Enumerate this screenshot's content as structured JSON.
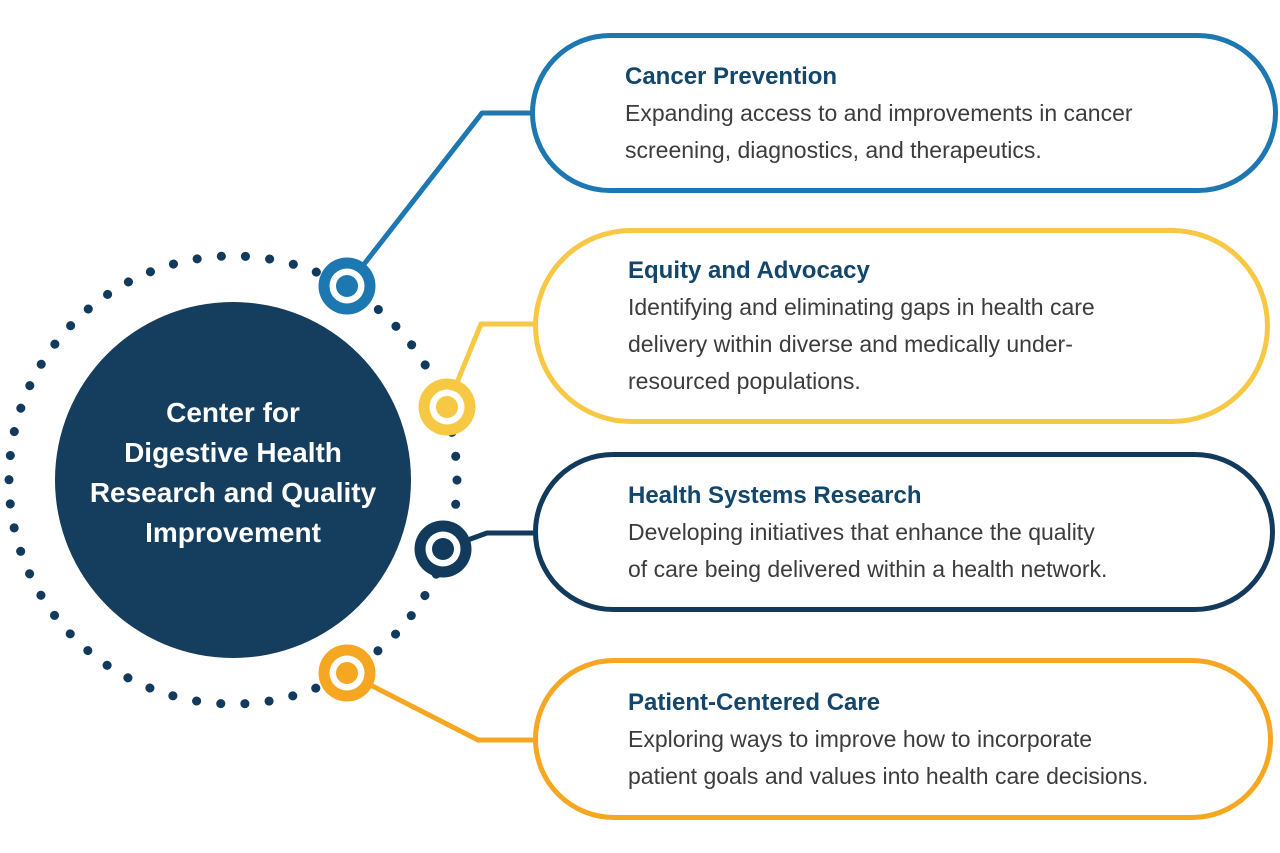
{
  "center": {
    "label": "Center for\nDigestive Health\nResearch and Quality\nImprovement"
  },
  "bubbles": [
    {
      "id": "cancer-prevention",
      "title": "Cancer Prevention",
      "body": "Expanding access to and improvements in cancer\nscreening, diagnostics, and therapeutics.",
      "accent_color": "#1d77b0"
    },
    {
      "id": "equity-advocacy",
      "title": "Equity and Advocacy",
      "body": "Identifying and eliminating gaps in health care\ndelivery within diverse and medically under-\nresourced populations.",
      "accent_color": "#f7c844"
    },
    {
      "id": "health-systems-research",
      "title": "Health Systems Research",
      "body": "Developing initiatives that enhance the quality\nof care being delivered within a health network.",
      "accent_color": "#123a5c"
    },
    {
      "id": "patient-centered-care",
      "title": "Patient-Centered Care",
      "body": "Exploring ways to improve how to incorporate\npatient goals and values into health care decisions.",
      "accent_color": "#f6a722"
    }
  ],
  "colors": {
    "center_circle": "#143d5e",
    "dotted_ring": "#123a5c",
    "heading_text": "#12466b",
    "body_text": "#3c3c3e",
    "blue": "#1d77b0",
    "yellow": "#f7c844",
    "navy": "#123a5c",
    "orange": "#f6a722",
    "background": "#ffffff"
  }
}
